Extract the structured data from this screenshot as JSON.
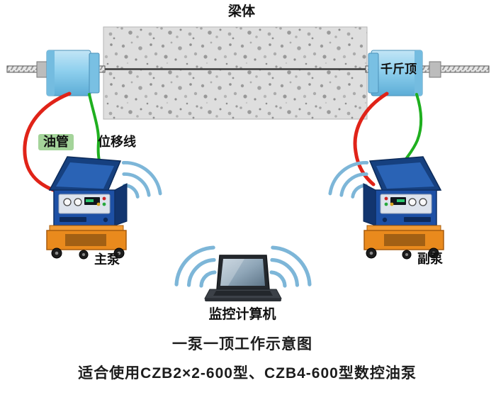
{
  "diagram": {
    "beam_label": "梁体",
    "jack_label": "千斤顶",
    "oil_pipe_label": "油管",
    "displacement_label": "位移线",
    "main_pump_label": "主泵",
    "aux_pump_label": "副泵",
    "computer_label": "监控计算机"
  },
  "captions": {
    "title": "一泵一顶工作示意图",
    "subtitle": "适合使用CZB2×2-600型、CZB4-600型数控油泵"
  },
  "icons": {
    "wifi_signal": "concentric-signal-arcs"
  },
  "colors": {
    "oil_pipe_red": "#e02318",
    "displacement_green": "#1faf1f",
    "jack_blue": "#8fd0ee",
    "pump_body_blue": "#1d50a5",
    "cart_orange": "#e98a1d",
    "wifi_arc_blue": "#7db6d8",
    "concrete_gray": "#dedede",
    "oil_pipe_tag_green": "#a4d49a"
  }
}
